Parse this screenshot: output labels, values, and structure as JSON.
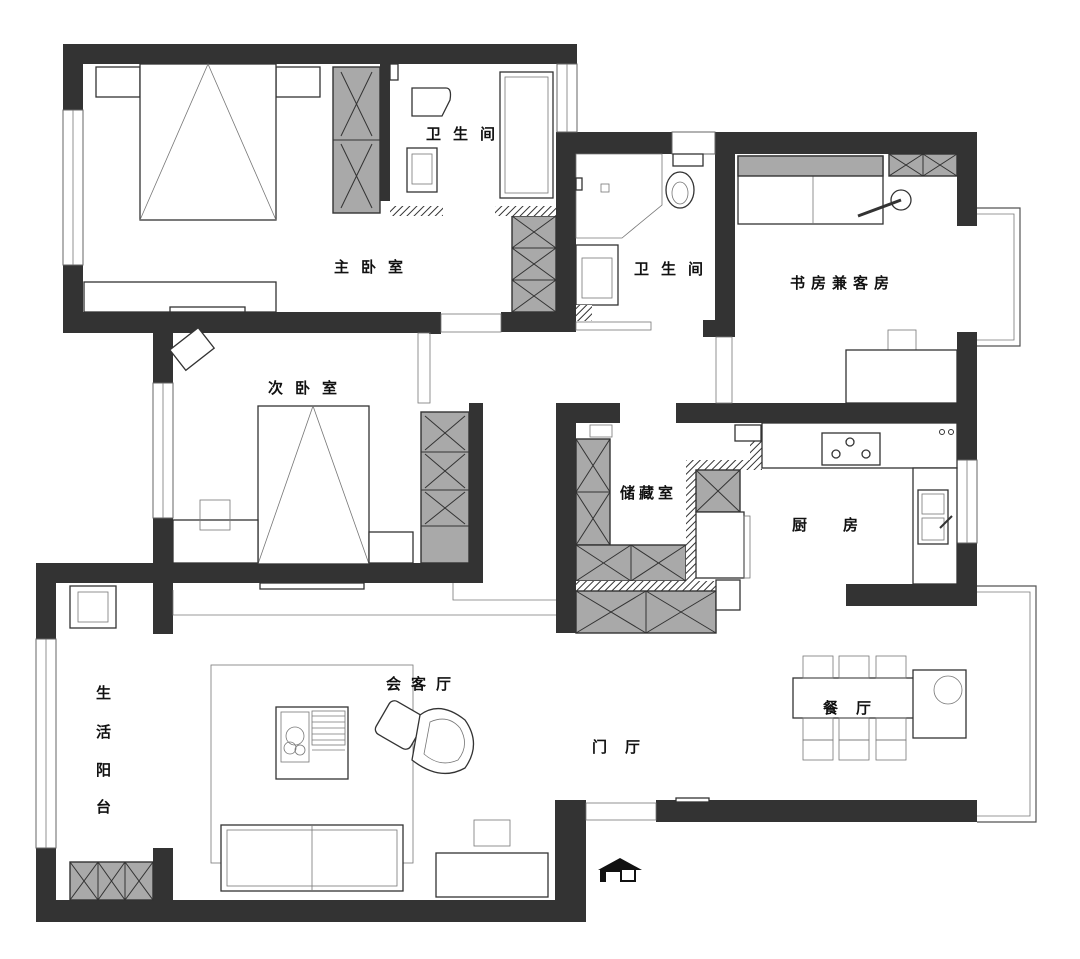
{
  "rooms": {
    "master_bathroom": "卫生间",
    "master_bedroom": "主卧室",
    "bathroom": "卫生间",
    "study_guest": "书房兼客房",
    "second_bedroom": "次卧室",
    "storage": "储藏室",
    "kitchen": "厨房",
    "balcony": [
      "生",
      "活",
      "阳",
      "台"
    ],
    "living_room": "会客厅",
    "entrance_hall": "门厅",
    "dining_room": "餐厅"
  },
  "icons": {
    "entry_marker": "entrance-arrow-icon"
  },
  "colors": {
    "wall": "#333333",
    "cabinet": "#a9a9a9",
    "background": "#ffffff"
  }
}
